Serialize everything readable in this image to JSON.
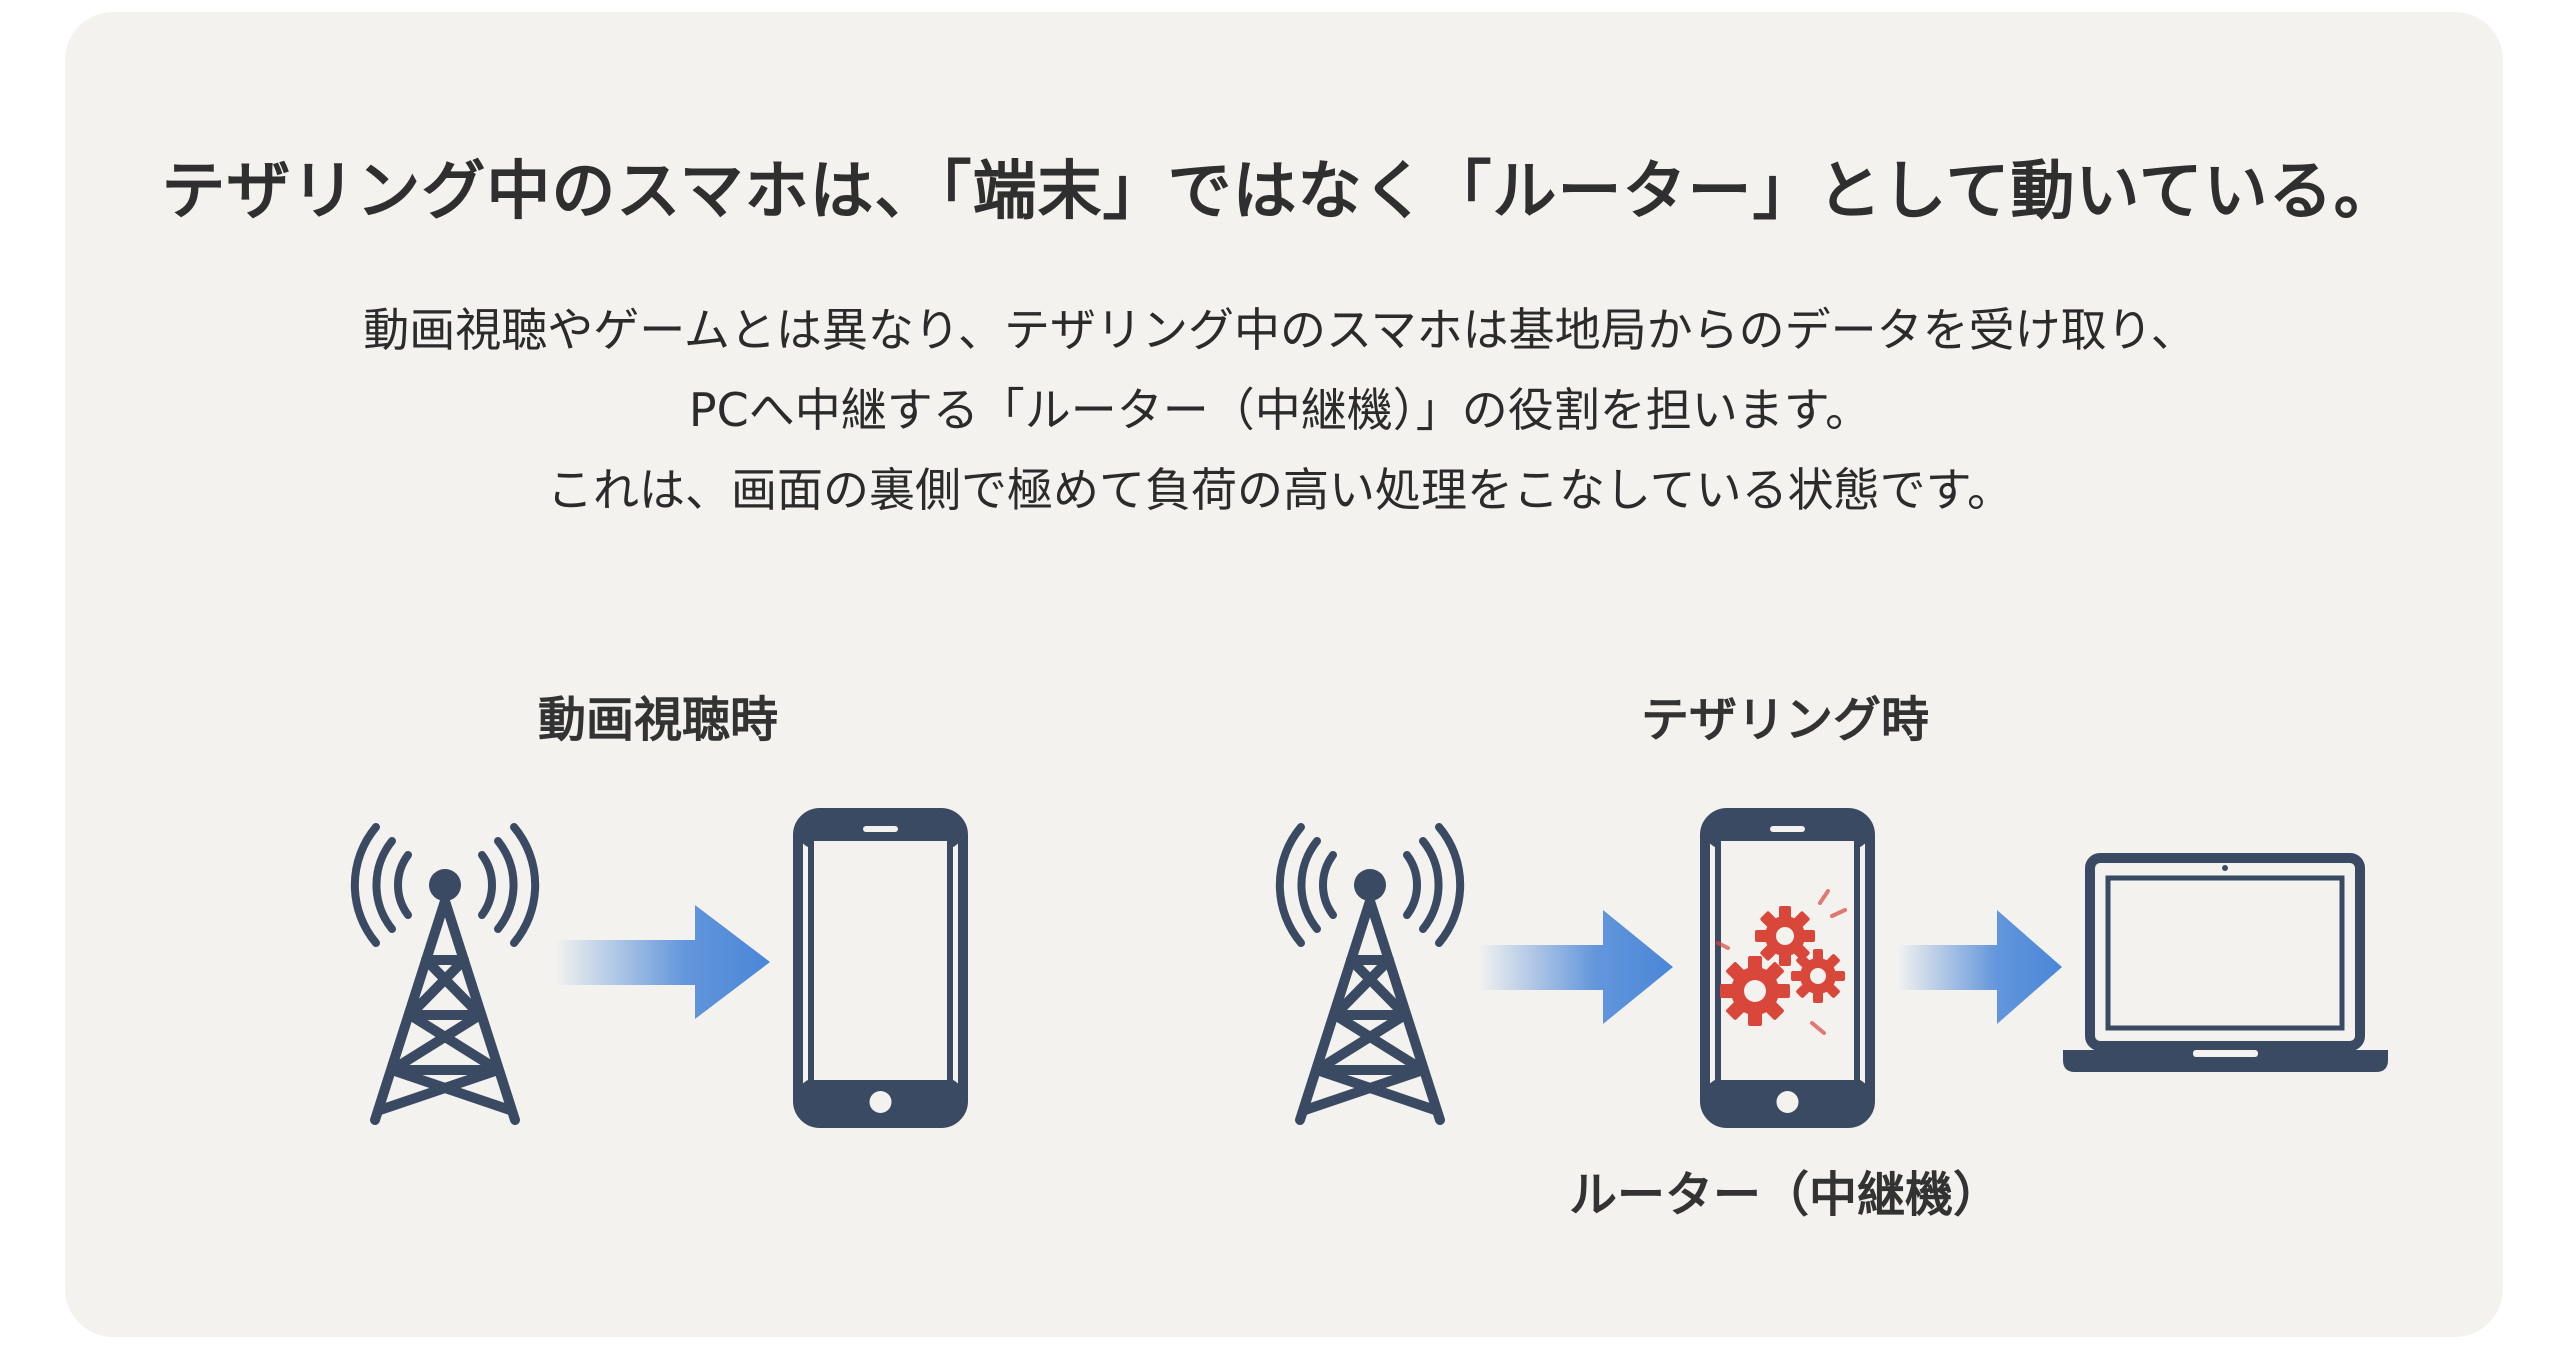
{
  "headline": "テザリング中のスマホは、「端末」ではなく「ルーター」として動いている。",
  "body": {
    "lines": [
      "動画視聴やゲームとは異なり、テザリング中のスマホは基地局からのデータを受け取り、",
      "PCへ中継する「ルーター（中継機）」の役割を担います。",
      "これは、画面の裏側で極めて負荷の高い処理をこなしている状態です。"
    ]
  },
  "diagram": {
    "left_panel": {
      "title": "動画視聴時",
      "icons": [
        "cell-tower-icon",
        "arrow-right-icon",
        "smartphone-icon"
      ]
    },
    "right_panel": {
      "title": "テザリング時",
      "icons": [
        "cell-tower-icon",
        "arrow-right-icon",
        "smartphone-gears-icon",
        "arrow-right-icon",
        "laptop-icon"
      ],
      "phone_label": "ルーター（中継機）"
    }
  },
  "colors": {
    "icon": "#3b4a63",
    "arrow": "#4a86d8",
    "gear": "#d9463a",
    "background": "#f3f2ef"
  }
}
